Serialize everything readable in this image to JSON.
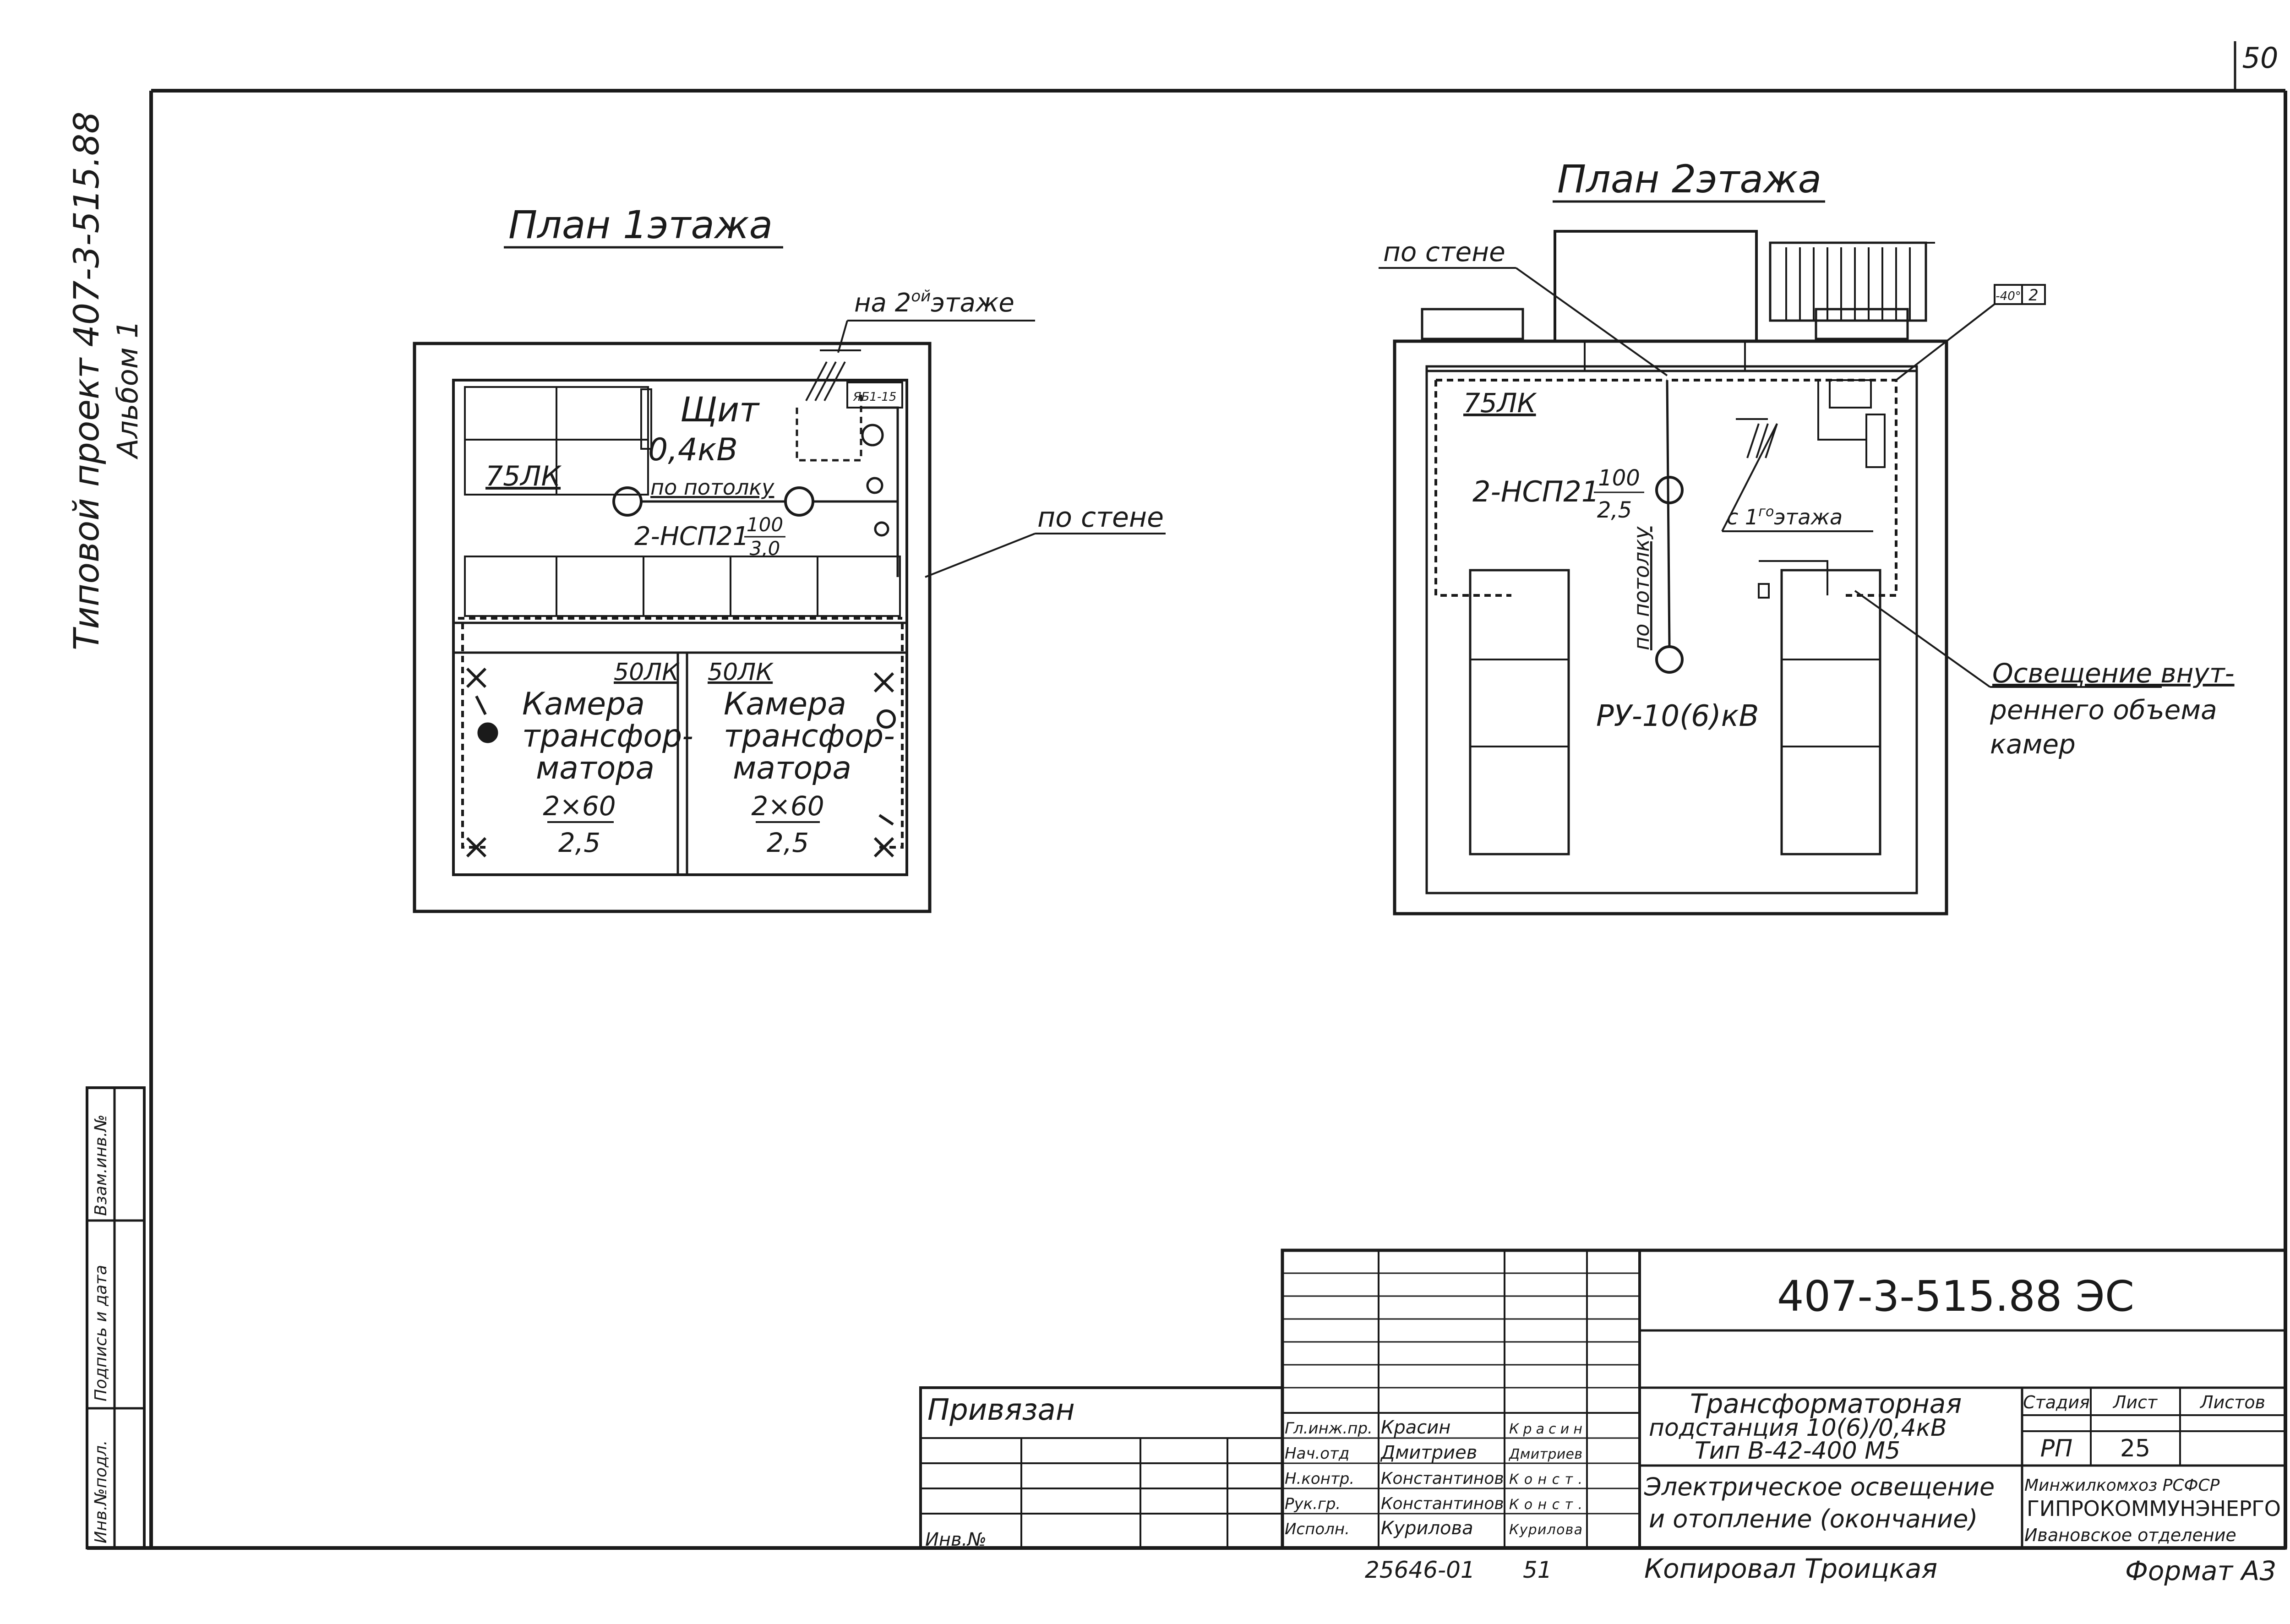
{
  "sheet": {
    "page_number": "50",
    "left_margin_title": "Типовой проект 407-3-515.88",
    "left_margin_subtitle": "Альбом 1",
    "left_strip_labels": [
      "Инв.№подл.",
      "Подпись и дата",
      "Взам.инв.№"
    ]
  },
  "plan1": {
    "title": "План 1этажа",
    "note_second_floor_prefix": "на 2",
    "note_second_floor_sup": "ой",
    "note_second_floor_suffix": "этаже",
    "note_on_wall": "по стене",
    "panel_label_1": "Щит",
    "panel_label_2": "0,4кВ",
    "lux_main": "75ЛК",
    "note_on_ceiling": "по потолку",
    "lamp_label": "2-НСП21",
    "lamp_frac_top": "100",
    "lamp_frac_bottom": "3,0",
    "panel_tag": "ЯБ1-15",
    "chamber_left": {
      "lux": "50ЛК",
      "line1": "Камера",
      "line2": "трансфор-",
      "line3": "матора",
      "frac_top": "2×60",
      "frac_bottom": "2,5"
    },
    "chamber_right": {
      "lux": "50ЛК",
      "line1": "Камера",
      "line2": "трансфор-",
      "line3": "матора",
      "frac_top": "2×60",
      "frac_bottom": "2,5"
    }
  },
  "plan2": {
    "title": "План 2этажа",
    "note_on_wall": "по стене",
    "lux_main": "75ЛК",
    "lamp_label": "2-НСП21",
    "lamp_frac_top": "100",
    "lamp_frac_bottom": "2,5",
    "note_on_ceiling": "по потолку",
    "note_from_first_prefix": "с 1",
    "note_from_first_sup": "го",
    "note_from_first_suffix": "этажа",
    "ru_label": "РУ-10(6)кВ",
    "tag_box_1": "-40°",
    "tag_box_2": "2",
    "internal_light_1": "Освещение внут-",
    "internal_light_2": "реннего объема",
    "internal_light_3": "камер"
  },
  "title_block": {
    "doc_code": "407-3-515.88  ЭС",
    "bound_label": "Привязан",
    "inv_label": "Инв.№",
    "roles": [
      "Гл.инж.пр.",
      "Нач.отд",
      "Н.контр.",
      "Рук.гр.",
      "Исполн."
    ],
    "names": [
      "Красин",
      "Дмитриев",
      "Константинов",
      "Константинов",
      "Курилова"
    ],
    "signatures": [
      "Красин",
      "Дмитриев",
      "Конст.",
      "Конст.",
      "Курилова"
    ],
    "project_title_1": "Трансформаторная",
    "project_title_2": "подстанция 10(6)/0,4кВ",
    "project_title_3": "Тип В-42-400 М5",
    "sheet_title_1": "Электрическое освещение",
    "sheet_title_2": "и отопление (окончание)",
    "col_stage": "Стадия",
    "col_sheet": "Лист",
    "col_sheets": "Листов",
    "stage_value": "РП",
    "sheet_value": "25",
    "org_1": "Минжилкомхоз РСФСР",
    "org_2": "ГИПРОКОММУНЭНЕРГО",
    "org_3": "Ивановское отделение",
    "footer_number": "25646-01",
    "footer_sheet": "51",
    "copied_by": "Копировал Троицкая",
    "format": "Формат А3"
  }
}
